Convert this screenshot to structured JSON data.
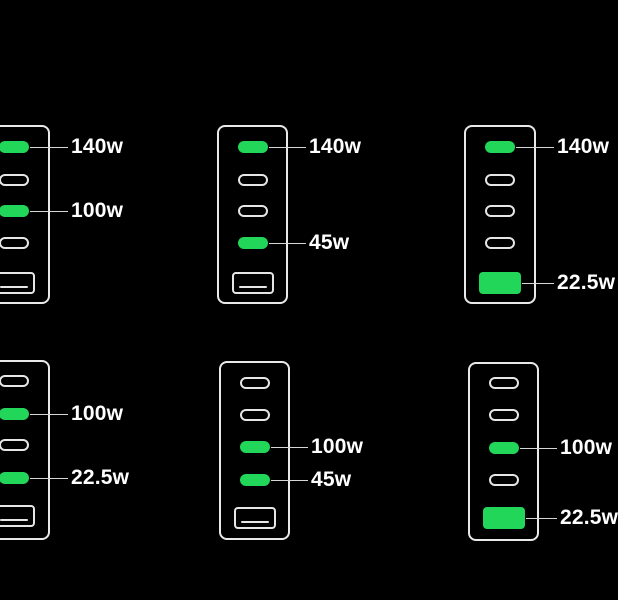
{
  "colors": {
    "background": "#000000",
    "active": "#22d65a",
    "outline": "#e9e9e9"
  },
  "configurations": [
    {
      "ports": [
        {
          "type": "usb-c",
          "active": true,
          "label": "140w"
        },
        {
          "type": "usb-c",
          "active": false
        },
        {
          "type": "usb-c",
          "active": true,
          "label": "100w"
        },
        {
          "type": "usb-c",
          "active": false
        },
        {
          "type": "usb-a",
          "active": false
        }
      ]
    },
    {
      "ports": [
        {
          "type": "usb-c",
          "active": true,
          "label": "140w"
        },
        {
          "type": "usb-c",
          "active": false
        },
        {
          "type": "usb-c",
          "active": false
        },
        {
          "type": "usb-c",
          "active": true,
          "label": "45w"
        },
        {
          "type": "usb-a",
          "active": false
        }
      ]
    },
    {
      "ports": [
        {
          "type": "usb-c",
          "active": true,
          "label": "140w"
        },
        {
          "type": "usb-c",
          "active": false
        },
        {
          "type": "usb-c",
          "active": false
        },
        {
          "type": "usb-c",
          "active": false
        },
        {
          "type": "usb-a",
          "active": true,
          "label": "22.5w"
        }
      ]
    },
    {
      "ports": [
        {
          "type": "usb-c",
          "active": false
        },
        {
          "type": "usb-c",
          "active": true,
          "label": "100w"
        },
        {
          "type": "usb-c",
          "active": false
        },
        {
          "type": "usb-c",
          "active": true,
          "label": "22.5w"
        },
        {
          "type": "usb-a",
          "active": false
        }
      ]
    },
    {
      "ports": [
        {
          "type": "usb-c",
          "active": false
        },
        {
          "type": "usb-c",
          "active": false
        },
        {
          "type": "usb-c",
          "active": true,
          "label": "100w"
        },
        {
          "type": "usb-c",
          "active": true,
          "label": "45w"
        },
        {
          "type": "usb-a",
          "active": false
        }
      ]
    },
    {
      "ports": [
        {
          "type": "usb-c",
          "active": false
        },
        {
          "type": "usb-c",
          "active": false
        },
        {
          "type": "usb-c",
          "active": true,
          "label": "100w"
        },
        {
          "type": "usb-c",
          "active": false
        },
        {
          "type": "usb-a",
          "active": true,
          "label": "22.5w"
        }
      ]
    }
  ]
}
